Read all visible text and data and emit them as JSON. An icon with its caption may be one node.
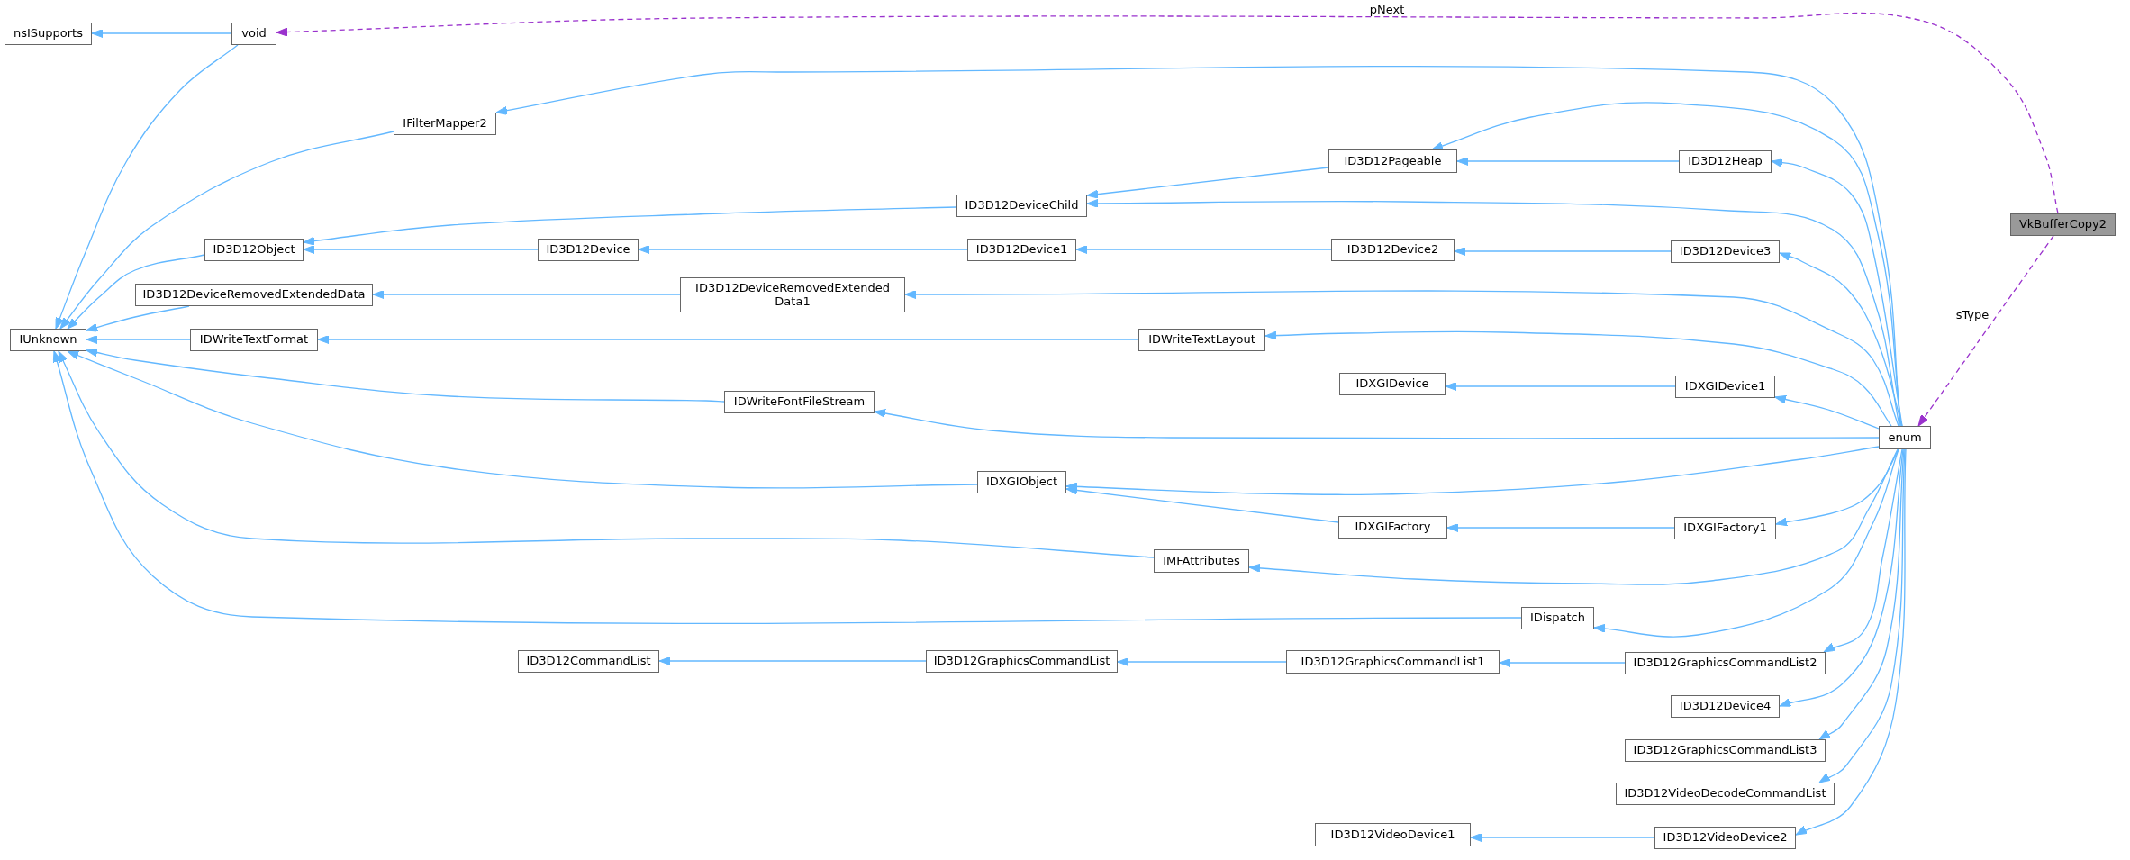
{
  "diagram": {
    "nodes": [
      {
        "text": [
          "nsISupports"
        ]
      },
      {
        "text": [
          "void"
        ]
      },
      {
        "text": [
          "IFilterMapper2"
        ]
      },
      {
        "text": [
          "ID3D12Object"
        ]
      },
      {
        "text": [
          "ID3D12DeviceRemovedExtendedData"
        ]
      },
      {
        "text": [
          "IUnknown"
        ]
      },
      {
        "text": [
          "IDWriteTextFormat"
        ]
      },
      {
        "text": [
          "ID3D12DeviceChild"
        ]
      },
      {
        "text": [
          "ID3D12Device"
        ]
      },
      {
        "text": [
          "ID3D12Device1"
        ]
      },
      {
        "text": [
          "ID3D12DeviceRemovedExtended Data1"
        ]
      },
      {
        "text": [
          "IDWriteTextLayout"
        ]
      },
      {
        "text": [
          "IDWriteFontFileStream"
        ]
      },
      {
        "text": [
          "IDXGIObject"
        ]
      },
      {
        "text": [
          "IMFAttributes"
        ]
      },
      {
        "text": [
          "ID3D12CommandList"
        ]
      },
      {
        "text": [
          "ID3D12GraphicsCommandList"
        ]
      },
      {
        "text": [
          "ID3D12Pageable"
        ]
      },
      {
        "text": [
          "ID3D12Device2"
        ]
      },
      {
        "text": [
          "IDXGIDevice"
        ]
      },
      {
        "text": [
          "IDXGIFactory"
        ]
      },
      {
        "text": [
          "ID3D12GraphicsCommandList1"
        ]
      },
      {
        "text": [
          "ID3D12VideoDevice1"
        ]
      },
      {
        "text": [
          "IDispatch"
        ]
      },
      {
        "text": [
          "ID3D12Heap"
        ]
      },
      {
        "text": [
          "ID3D12Device3"
        ]
      },
      {
        "text": [
          "IDXGIDevice1"
        ]
      },
      {
        "text": [
          "IDXGIFactory1"
        ]
      },
      {
        "text": [
          "ID3D12GraphicsCommandList2"
        ]
      },
      {
        "text": [
          "ID3D12Device4"
        ]
      },
      {
        "text": [
          "ID3D12GraphicsCommandList3"
        ]
      },
      {
        "text": [
          "ID3D12VideoDecodeCommandList"
        ]
      },
      {
        "text": [
          "ID3D12VideoDevice2"
        ]
      },
      {
        "text": [
          "enum"
        ]
      },
      {
        "text": [
          "VkBufferCopy2"
        ]
      }
    ],
    "edges": [
      {
        "from": 1,
        "to": 0,
        "arrow": "to"
      },
      {
        "from": 1,
        "to": 5,
        "arrow": "to"
      },
      {
        "from": 2,
        "to": 5,
        "arrow": "to"
      },
      {
        "from": 3,
        "to": 5,
        "arrow": "to"
      },
      {
        "from": 4,
        "to": 5,
        "arrow": "to"
      },
      {
        "from": 6,
        "to": 5,
        "arrow": "to"
      },
      {
        "from": 12,
        "to": 5,
        "arrow": "to"
      },
      {
        "from": 13,
        "to": 5,
        "arrow": "to"
      },
      {
        "from": 14,
        "to": 5,
        "arrow": "to"
      },
      {
        "from": 23,
        "to": 5,
        "arrow": "to"
      },
      {
        "from": 8,
        "to": 3,
        "arrow": "to"
      },
      {
        "from": 7,
        "to": 3,
        "arrow": "to"
      },
      {
        "from": 17,
        "to": 7,
        "arrow": "to"
      },
      {
        "from": 24,
        "to": 17,
        "arrow": "to"
      },
      {
        "from": 9,
        "to": 8,
        "arrow": "to"
      },
      {
        "from": 18,
        "to": 9,
        "arrow": "to"
      },
      {
        "from": 25,
        "to": 18,
        "arrow": "to"
      },
      {
        "from": 10,
        "to": 4,
        "arrow": "to"
      },
      {
        "from": 11,
        "to": 6,
        "arrow": "to"
      },
      {
        "from": 26,
        "to": 19,
        "arrow": "to"
      },
      {
        "from": 20,
        "to": 13,
        "arrow": "to"
      },
      {
        "from": 27,
        "to": 20,
        "arrow": "to"
      },
      {
        "from": 16,
        "to": 15,
        "arrow": "to"
      },
      {
        "from": 21,
        "to": 16,
        "arrow": "to"
      },
      {
        "from": 28,
        "to": 21,
        "arrow": "to"
      },
      {
        "from": 32,
        "to": 22,
        "arrow": "to"
      },
      {
        "from": 33,
        "to": 2,
        "arrow": "to"
      },
      {
        "from": 33,
        "to": 17,
        "arrow": "to"
      },
      {
        "from": 33,
        "to": 24,
        "arrow": "to"
      },
      {
        "from": 33,
        "to": 7,
        "arrow": "to"
      },
      {
        "from": 33,
        "to": 25,
        "arrow": "to"
      },
      {
        "from": 33,
        "to": 10,
        "arrow": "to"
      },
      {
        "from": 33,
        "to": 11,
        "arrow": "to"
      },
      {
        "from": 33,
        "to": 26,
        "arrow": "to"
      },
      {
        "from": 33,
        "to": 12,
        "arrow": "to"
      },
      {
        "from": 33,
        "to": 13,
        "arrow": "to"
      },
      {
        "from": 33,
        "to": 27,
        "arrow": "to"
      },
      {
        "from": 33,
        "to": 14,
        "arrow": "to"
      },
      {
        "from": 33,
        "to": 23,
        "arrow": "to"
      },
      {
        "from": 33,
        "to": 28,
        "arrow": "to"
      },
      {
        "from": 33,
        "to": 29,
        "arrow": "to"
      },
      {
        "from": 33,
        "to": 30,
        "arrow": "to"
      },
      {
        "from": 33,
        "to": 31,
        "arrow": "to"
      },
      {
        "from": 33,
        "to": 32,
        "arrow": "to"
      },
      {
        "from": 34,
        "to": 1,
        "arrow": "to",
        "label": "pNext",
        "style": "dashed",
        "color": "#9a32cd"
      },
      {
        "from": 34,
        "to": 33,
        "arrow": "to",
        "label": "sType",
        "style": "dashed",
        "color": "#9a32cd"
      }
    ]
  }
}
